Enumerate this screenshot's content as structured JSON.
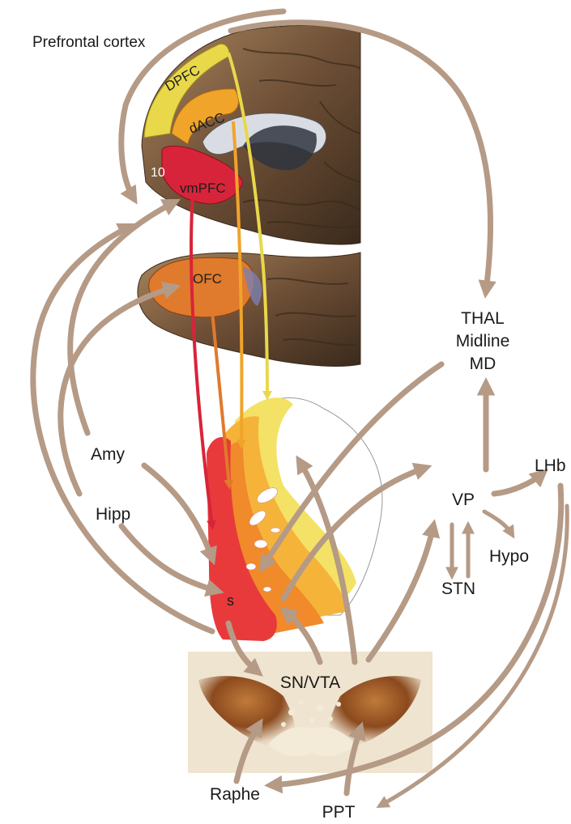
{
  "labels": {
    "prefrontal_cortex": "Prefrontal cortex",
    "dpfc": "DPFC",
    "dacc": "dACC",
    "area10": "10",
    "vmpfc": "vmPFC",
    "ofc": "OFC",
    "thal": "THAL",
    "midline": "Midline",
    "md": "MD",
    "amy": "Amy",
    "hipp": "Hipp",
    "vp": "VP",
    "lhb": "LHb",
    "hypo": "Hypo",
    "stn": "STN",
    "s": "s",
    "snvta": "SN/VTA",
    "raphe": "Raphe",
    "ppt": "PPT"
  },
  "colors": {
    "dpfc": "#e8d84a",
    "dacc": "#f0a42a",
    "vmpfc": "#d8243a",
    "ofc": "#e07a2c",
    "connection": "#b59a86",
    "brain": "#8a6a4e",
    "snvta_stain": "#8b4a1e"
  }
}
